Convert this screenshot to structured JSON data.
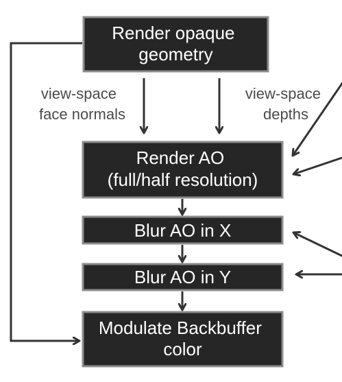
{
  "boxes": {
    "render_opaque": {
      "lines": [
        "Render opaque",
        "geometry"
      ]
    },
    "render_ao": {
      "lines": [
        "Render AO",
        "(full/half resolution)"
      ]
    },
    "blur_x": {
      "lines": [
        "Blur AO in X"
      ]
    },
    "blur_y": {
      "lines": [
        "Blur AO in Y"
      ]
    },
    "modulate": {
      "lines": [
        "Modulate Backbuffer",
        "color"
      ]
    }
  },
  "labels": {
    "normals": [
      "view-space",
      "face normals"
    ],
    "depths": [
      "view-space",
      "depths"
    ]
  }
}
